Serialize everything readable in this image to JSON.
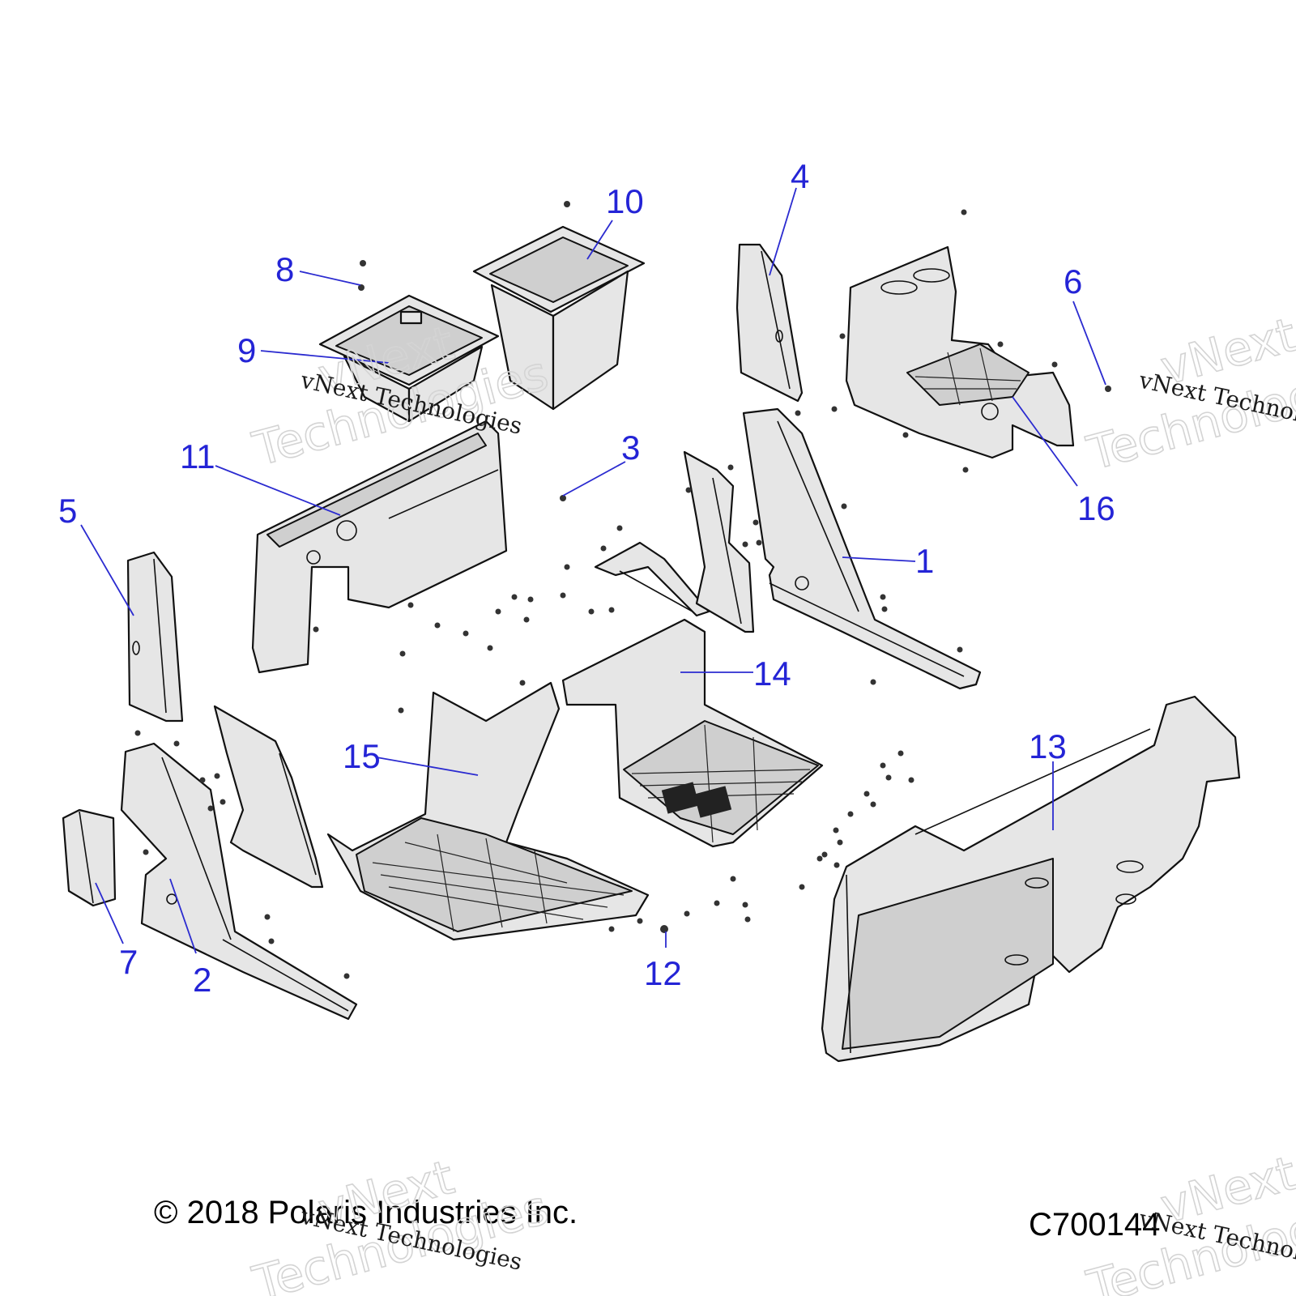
{
  "callouts": [
    {
      "label": "1"
    },
    {
      "label": "2"
    },
    {
      "label": "3"
    },
    {
      "label": "4"
    },
    {
      "label": "5"
    },
    {
      "label": "6"
    },
    {
      "label": "7"
    },
    {
      "label": "8"
    },
    {
      "label": "9"
    },
    {
      "label": "10"
    },
    {
      "label": "11"
    },
    {
      "label": "12"
    },
    {
      "label": "13"
    },
    {
      "label": "14"
    },
    {
      "label": "15"
    },
    {
      "label": "16"
    }
  ],
  "footer": {
    "copyright": "© 2018 Polaris Industries Inc.",
    "diagram_code": "C700144"
  },
  "watermark": {
    "line1": "vNext",
    "line2": "Technologies",
    "caption": "vNext Technologies"
  },
  "colors": {
    "callout": "#2424d6",
    "part_fill": "#e6e6e6",
    "outline": "#111111"
  }
}
